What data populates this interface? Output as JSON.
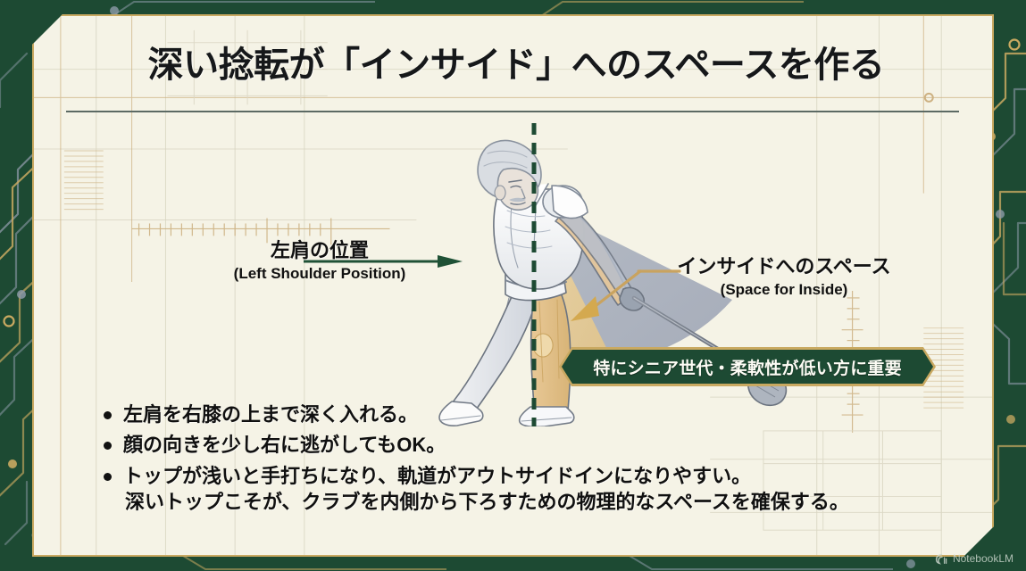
{
  "slide": {
    "title": "深い捻転が「インサイド」へのスペースを作る",
    "watermark": "NotebookLM"
  },
  "callouts": {
    "left": {
      "jp": "左肩の位置",
      "en": "(Left Shoulder Position)"
    },
    "right": {
      "jp": "インサイドへのスペース",
      "en": "(Space for Inside)"
    }
  },
  "badge": {
    "text": "特にシニア世代・柔軟性が低い方に重要"
  },
  "bullets": [
    {
      "line1": "左肩を右膝の上まで深く入れる。",
      "line2": ""
    },
    {
      "line1": "顔の向きを少し右に逃がしてもOK。",
      "line2": ""
    },
    {
      "line1": "トップが浅いと手打ちになり、軌道がアウトサイドインになりやすい。",
      "line2": "深いトップこそが、クラブを内側から下ろすための物理的なスペースを確保する。"
    }
  ],
  "figure": {
    "description": "senior-golfer-top-of-backswing",
    "center_line": "dashed-vertical-alignment-line",
    "wedge_inner": "space-for-inside-wedge",
    "wedge_outer": "swing-plane-wedge"
  },
  "colors": {
    "frame_green": "#1d4a33",
    "gold": "#c9a961",
    "paper": "#f5f3e6",
    "ink": "#101010",
    "wedge_gold": "#e8cd9a",
    "wedge_gray": "#9aa3b5",
    "arrow_green": "#1f5136",
    "dash_green": "#1d4a33"
  }
}
